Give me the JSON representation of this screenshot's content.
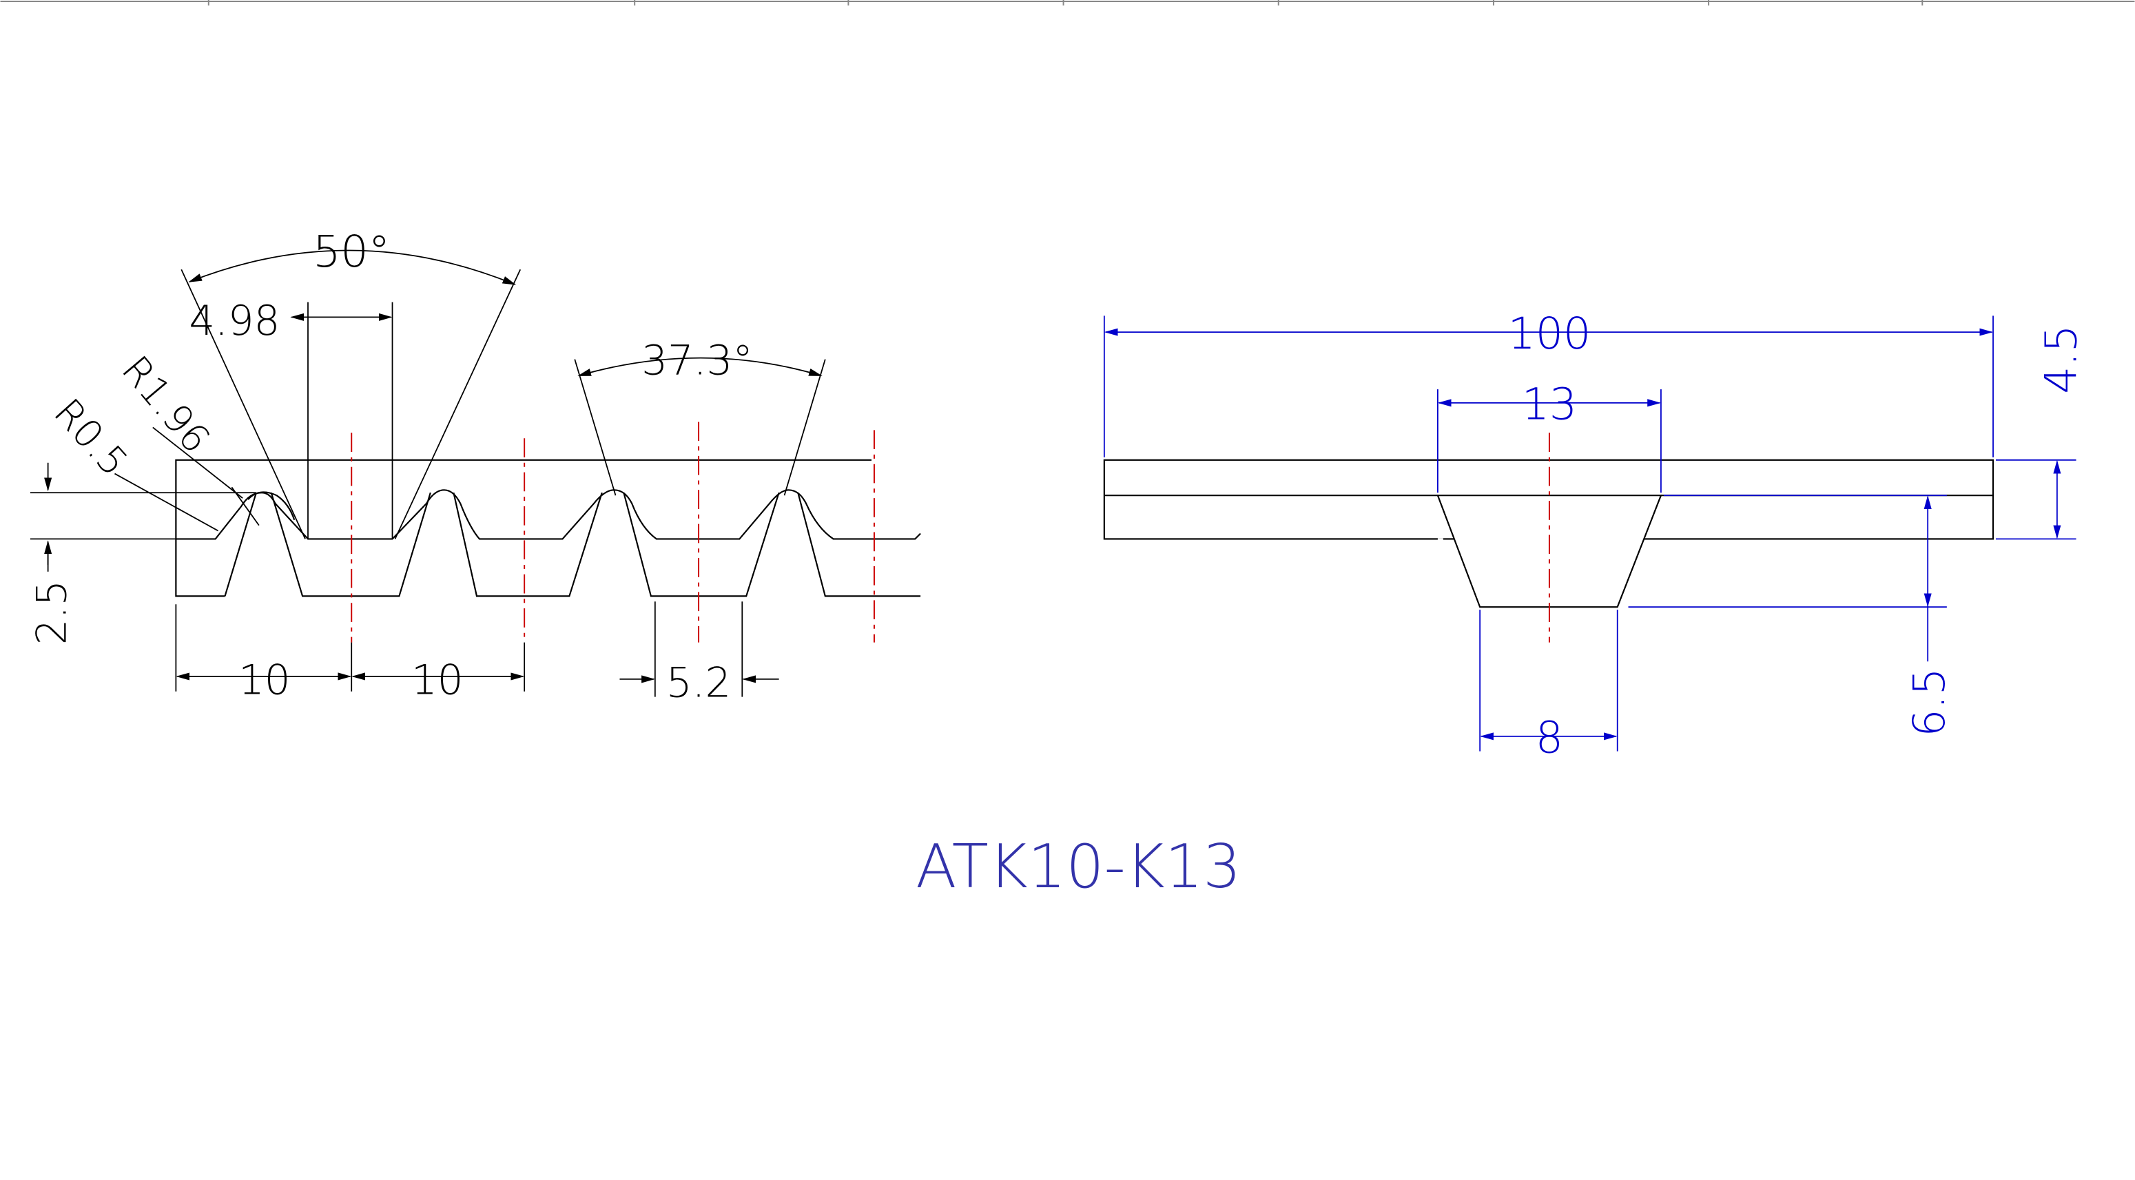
{
  "colors": {
    "background": "#ffffff",
    "outline": "#000000",
    "dimension_left": "#000000",
    "dimension_right": "#0000cc",
    "center_line": "#cc0000",
    "title": "#3333aa",
    "frame": "#888888"
  },
  "left_view": {
    "dims": {
      "angle_outer": "50°",
      "tooth_top_width": "4.98",
      "angle_inner": "37.3°",
      "radius_root": "R1.96",
      "radius_tip": "R0.5",
      "height": "2.5",
      "pitch_1": "10",
      "pitch_2": "10",
      "tooth_width": "5.2"
    }
  },
  "right_view": {
    "dims": {
      "width": "100",
      "guide_top_width": "13",
      "guide_bottom_width": "8",
      "belt_height": "4.5",
      "guide_height": "6.5"
    }
  },
  "title": "ATK10-K13"
}
